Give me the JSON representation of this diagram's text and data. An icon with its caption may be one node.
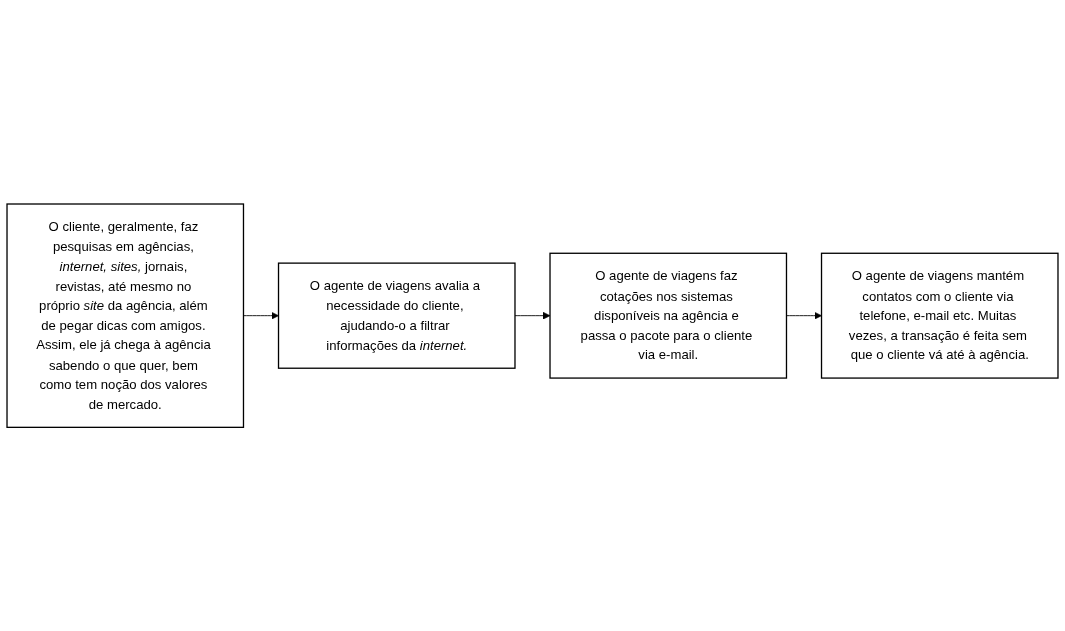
{
  "diagram": {
    "nodes": [
      {
        "text": [
          "O cliente, geralmente, faz pesquisas em agências, *internet, sites,* jornais, revistas, até mesmo no próprio *site* da agência, além de pegar dicas com amigos. Assim, ele já chega à agência sabendo o que quer, bem como tem noção dos valores de mercado."
        ]
      },
      {
        "text": [
          "O agente de viagens avalia a necessidade do cliente, ajudando-o a filtrar informações da *internet.*"
        ]
      },
      {
        "text": [
          "O agente de viagens faz cotações nos sistemas disponíveis na agência e passa o pacote para o cliente via e-mail."
        ]
      },
      {
        "text": [
          "O agente de viagens mantém contatos com o cliente via telefone, e-mail etc. Muitas vezes, a transação é feita sem que o cliente vá até à agência."
        ]
      }
    ],
    "edges": [
      {
        "from": 0,
        "to": 1,
        "arrow": "to"
      },
      {
        "from": 1,
        "to": 2,
        "arrow": "to"
      },
      {
        "from": 2,
        "to": 3,
        "arrow": "to"
      }
    ]
  }
}
